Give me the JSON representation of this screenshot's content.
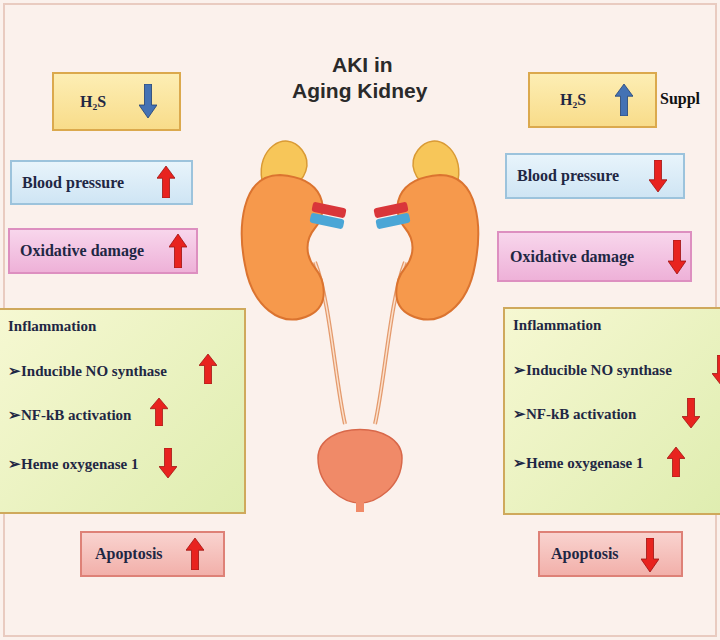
{
  "diagram": {
    "title": "AKI in Aging Kidney",
    "nodes": [
      {
        "text": [
          "H₂S"
        ]
      },
      {
        "text": [
          "H₂S"
        ]
      },
      {
        "text": [
          "Blood pressure"
        ]
      },
      {
        "text": [
          "Blood pressure"
        ]
      },
      {
        "text": [
          "Oxidative damage"
        ]
      },
      {
        "text": [
          "Oxidative damage"
        ]
      },
      {
        "text": [
          "Inflammation",
          "➢Inducible NO synthase",
          "➢NF-kB activation",
          "➢Heme oxygenase 1"
        ]
      },
      {
        "text": [
          "Inflammation",
          "➢Inducible NO synthase",
          "➢NF-kB activation",
          "➢Heme oxygenase 1"
        ]
      },
      {
        "text": [
          "Apoptosis"
        ]
      },
      {
        "text": [
          "Apoptosis"
        ]
      }
    ],
    "labels": [
      "Suppl"
    ]
  }
}
